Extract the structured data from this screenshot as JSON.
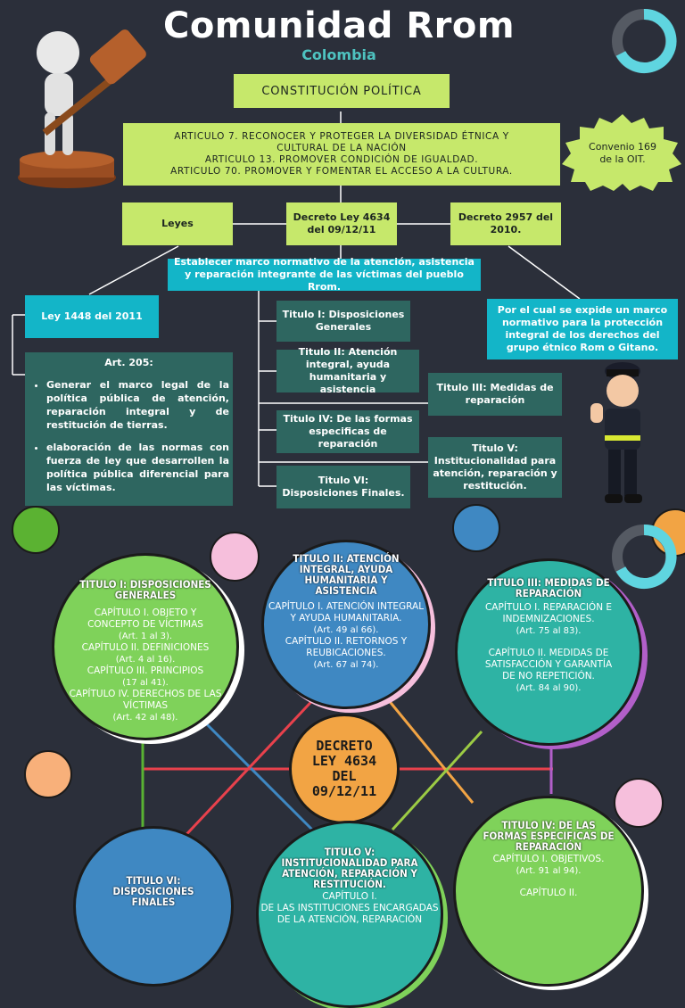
{
  "header": {
    "title": "Comunidad Rrom",
    "subtitle": "Colombia"
  },
  "constitucion": {
    "label": "CONSTITUCIÓN POLÍTICA"
  },
  "articulos": {
    "lines": [
      "ARTICULO 7. RECONOCER Y PROTEGER LA DIVERSIDAD ÉTNICA Y",
      "CULTURAL DE LA NACIÓN",
      "ARTICULO 13.  PROMOVER CONDICIÓN DE IGUALDAD.",
      "ARTICULO 70.  PROMOVER Y FOMENTAR EL ACCESO A LA CULTURA."
    ]
  },
  "convenio": {
    "label": "Convenio 169 de la OIT."
  },
  "leyes": {
    "label": "Leyes"
  },
  "decreto4634": {
    "label": "Decreto Ley 4634 del 09/12/11"
  },
  "decreto2957": {
    "label": "Decreto 2957 del 2010."
  },
  "establecer": {
    "label": "Establecer marco normativo de la atención, asistencia y reparación integrante de las víctimas del pueblo Rrom."
  },
  "porcual": {
    "label": "Por el cual se expide un marco normativo para la protección integral de los derechos del grupo étnico Rom o Gitano."
  },
  "ley1448": {
    "label": "Ley 1448 del 2011"
  },
  "art205": {
    "title": "Art. 205:",
    "items": [
      "Generar el marco legal de la política pública de atención, reparación integral y de restitución de tierras.",
      "elaboración de las normas con fuerza de ley que desarrollen la política pública diferencial para las víctimas."
    ]
  },
  "titulos": {
    "t1": "Titulo I: Disposiciones Generales",
    "t2": "Titulo II: Atención integral, ayuda humanitaria y asistencia",
    "t3": "Titulo III: Medidas de reparación",
    "t4": "Titulo IV: De las formas especificas de reparación",
    "t5": "Titulo V: Institucionalidad para atención, reparación y restitución.",
    "t6": "Titulo VI: Disposiciones Finales."
  },
  "bottom": {
    "center": "DECRETO LEY 4634 DEL 09/12/11",
    "c1": {
      "title": "TITULO I: DISPOSICIONES GENERALES",
      "items": [
        {
          "text": "CAPÍTULO I. OBJETO Y CONCEPTO DE VÍCTIMAS",
          "ref": "(Art. 1 al 3)."
        },
        {
          "text": "CAPÍTULO II. DEFINICIONES",
          "ref": "(Art. 4 al 16)."
        },
        {
          "text": "CAPÍTULO III. PRINCIPIOS",
          "ref": "(17 al 41)."
        },
        {
          "text": "CAPÍTULO IV. DERECHOS DE LAS VÍCTIMAS",
          "ref": "(Art. 42 al 48)."
        }
      ]
    },
    "c2": {
      "title": "TITULO II: ATENCIÓN INTEGRAL, AYUDA HUMANITARIA Y ASISTENCIA",
      "p1": "CAPÍTULO I. ATENCIÓN INTEGRAL Y AYUDA HUMANITARIA.",
      "r1": "(Art. 49 al 66).",
      "p2": "CAPÍTULO II. RETORNOS Y REUBICACIONES.",
      "r2": "(Art. 67 al 74)."
    },
    "c3": {
      "title": "TITULO III: MEDIDAS DE REPARACIÓN",
      "p1": "CAPÍTULO I. REPARACIÓN E INDEMNIZACIONES.",
      "r1": "(Art. 75 al 83).",
      "p2": "CAPÍTULO II. MEDIDAS DE SATISFACCIÓN Y GARANTÍA DE NO REPETICIÓN.",
      "r2": "(Art. 84 al 90)."
    },
    "c4": {
      "title": "TITULO IV: DE LAS FORMAS ESPECIFICAS DE REPARACIÓN",
      "p1": "CAPÍTULO I. OBJETIVOS.",
      "r1": "(Art. 91 al 94).",
      "p2": "CAPÍTULO II."
    },
    "c5": {
      "title": "TITULO  V: INSTITUCIONALIDAD PARA ATENCIÓN, REPARACIÓN Y RESTITUCIÓN.",
      "p1": "CAPÍTULO I.",
      "p2": "DE LAS INSTITUCIONES ENCARGADAS DE LA ATENCIÓN, REPARACIÓN"
    },
    "c6": {
      "title": "TITULO VI: DISPOSICIONES FINALES"
    }
  },
  "colors": {
    "lime": "#c6e86b",
    "cyan": "#13b5c8",
    "slate": "#2e6660",
    "background": "#2b2f3a"
  }
}
